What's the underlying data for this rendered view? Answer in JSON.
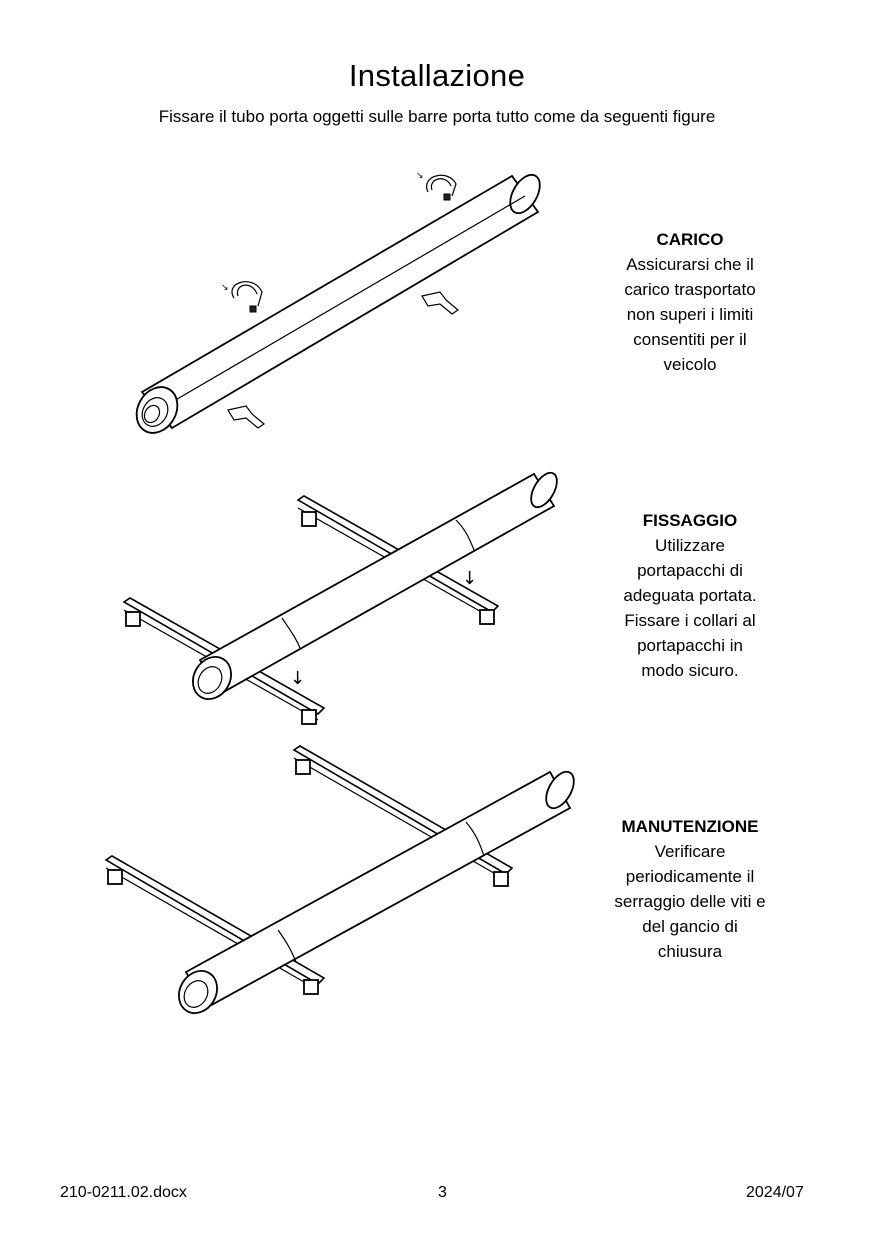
{
  "page": {
    "title": "Installazione",
    "subtitle": "Fissare il tubo porta oggetti sulle barre porta tutto come da seguenti figure"
  },
  "steps": [
    {
      "heading": "CARICO",
      "lines": [
        "Assicurarsi che il",
        "carico trasportato",
        "non superi i limiti",
        "consentiti per il",
        "veicolo"
      ]
    },
    {
      "heading": "FISSAGGIO",
      "lines": [
        "Utilizzare",
        "portapacchi di",
        "adeguata portata.",
        "Fissare i collari al",
        "portapacchi in",
        "modo sicuro."
      ]
    },
    {
      "heading": "MANUTENZIONE",
      "lines": [
        "Verificare",
        "periodicamente il",
        "serraggio delle viti e",
        "del gancio di",
        "chiusura"
      ]
    }
  ],
  "footer": {
    "document": "210-0211.02.docx",
    "page_number": "3",
    "date": "2024/07"
  }
}
